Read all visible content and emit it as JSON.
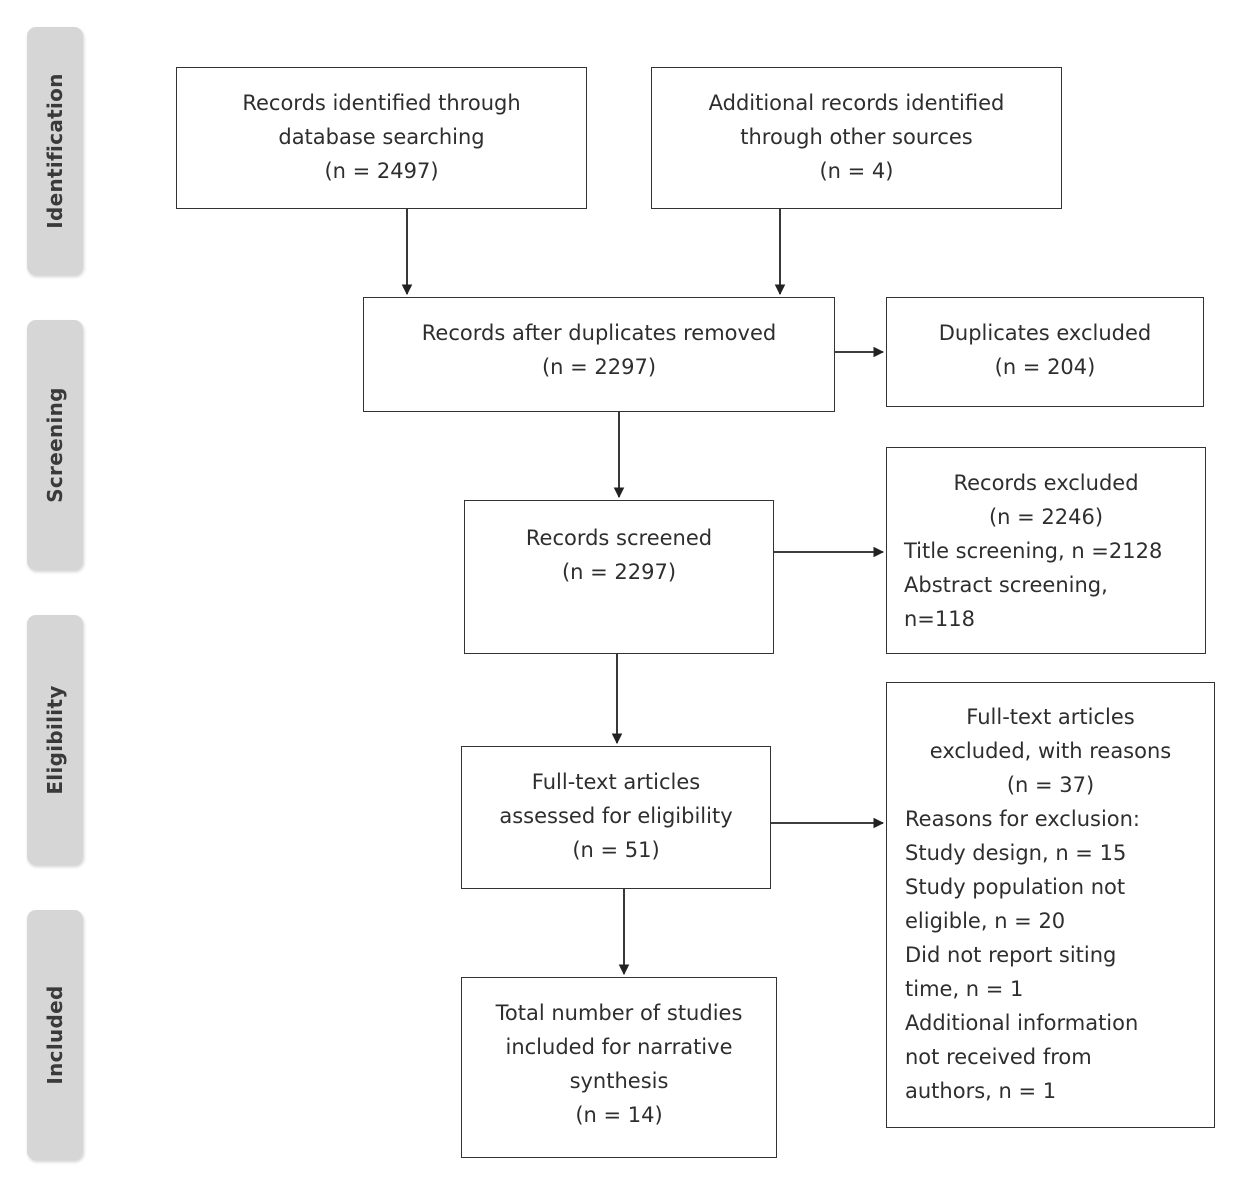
{
  "phases": {
    "identification": "Identification",
    "screening": "Screening",
    "eligibility": "Eligibility",
    "included": "Included"
  },
  "boxes": {
    "database_search": [
      "Records identified through",
      "database searching",
      "(n = 2497)"
    ],
    "other_sources": [
      "Additional records identified",
      "through other sources",
      "(n = 4)"
    ],
    "after_duplicates": [
      "Records after duplicates removed",
      "(n = 2297)"
    ],
    "duplicates_excluded": [
      "Duplicates excluded",
      "(n = 204)"
    ],
    "records_screened": [
      "Records screened",
      "(n = 2297)"
    ],
    "records_excluded": [
      "Records excluded",
      "(n = 2246)",
      "Title screening, n =2128",
      "Abstract screening,",
      "n=118"
    ],
    "fulltext_assessed": [
      "Full-text articles",
      "assessed for eligibility",
      "(n = 51)"
    ],
    "fulltext_excluded": [
      "Full-text articles",
      "excluded, with reasons",
      "(n = 37)",
      "Reasons for exclusion:",
      "Study design, n = 15",
      "Study population not",
      "eligible, n = 20",
      "Did not report siting",
      "time, n = 1",
      "Additional information",
      "not received from",
      "authors, n = 1"
    ],
    "included_studies": [
      "Total number of studies",
      "included for narrative",
      "synthesis",
      "(n = 14)"
    ]
  }
}
